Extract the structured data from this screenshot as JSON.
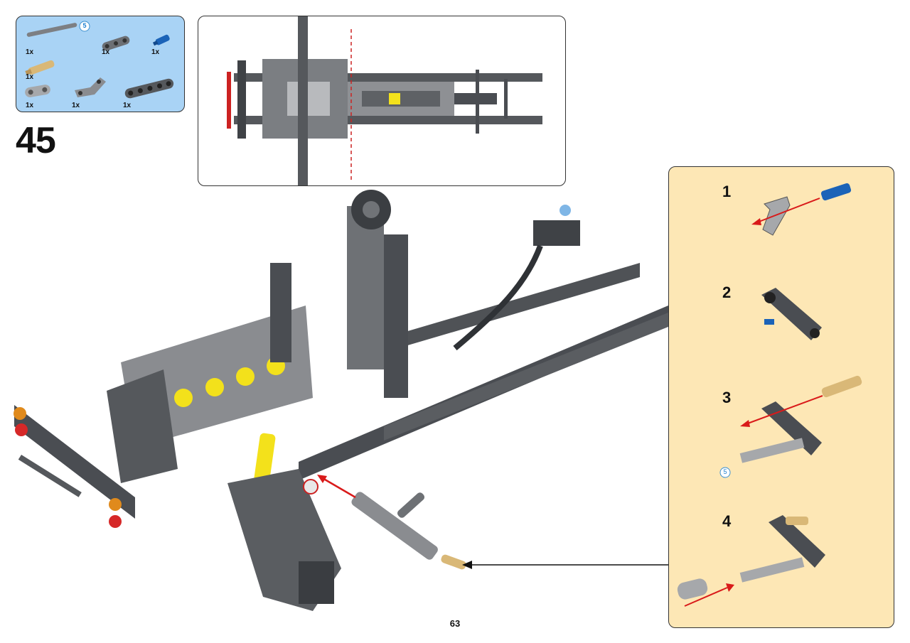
{
  "parts_list": {
    "callout_marker": "5",
    "items": [
      {
        "qty": "1x",
        "part": "axle-icon"
      },
      {
        "qty": "1x",
        "part": "beam-3-icon"
      },
      {
        "qty": "1x",
        "part": "blue-pin-icon"
      },
      {
        "qty": "1x",
        "part": "tan-axle-pin-icon"
      },
      {
        "qty": "1x",
        "part": "beam-2-icon"
      },
      {
        "qty": "1x",
        "part": "angle-beam-icon"
      },
      {
        "qty": "1x",
        "part": "beam-5-icon"
      }
    ]
  },
  "step": {
    "number": "45"
  },
  "subassembly": {
    "substeps": [
      {
        "number": "1"
      },
      {
        "number": "2"
      },
      {
        "number": "3",
        "marker": "5"
      },
      {
        "number": "4"
      }
    ]
  },
  "page": {
    "number": "63"
  },
  "colors": {
    "parts_bg": "#a9d3f5",
    "subassembly_bg": "#fde7b5",
    "dark_gray": "#4a4d52",
    "light_gray": "#a6a8ab",
    "yellow": "#f3e11b",
    "tan": "#d9b877",
    "blue": "#1b63b8",
    "red_arrow": "#d91a1a"
  }
}
